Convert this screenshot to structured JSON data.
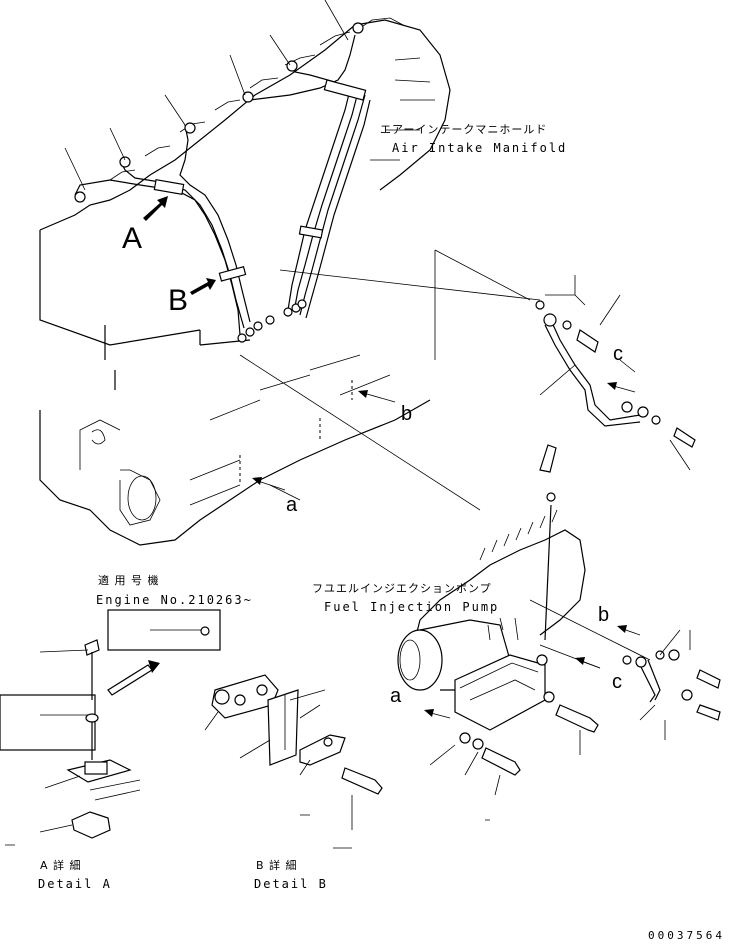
{
  "labels": {
    "manifold_jp": "エアーインテークマニホールド",
    "manifold_en": "Air Intake Manifold",
    "pump_jp": "フユエルインジエクションポンプ",
    "pump_en": "Fuel Injection Pump",
    "applicable_jp": "適 用 号 機",
    "engine_no": "Engine No.210263~",
    "detail_a_jp": "A 詳 細",
    "detail_a_en": "Detail A",
    "detail_b_jp": "B 詳 細",
    "detail_b_en": "Detail B",
    "view_a": "A",
    "view_b": "B",
    "ref_a": "a",
    "ref_b": "b",
    "ref_c": "c",
    "drawing_no": "00037564"
  }
}
